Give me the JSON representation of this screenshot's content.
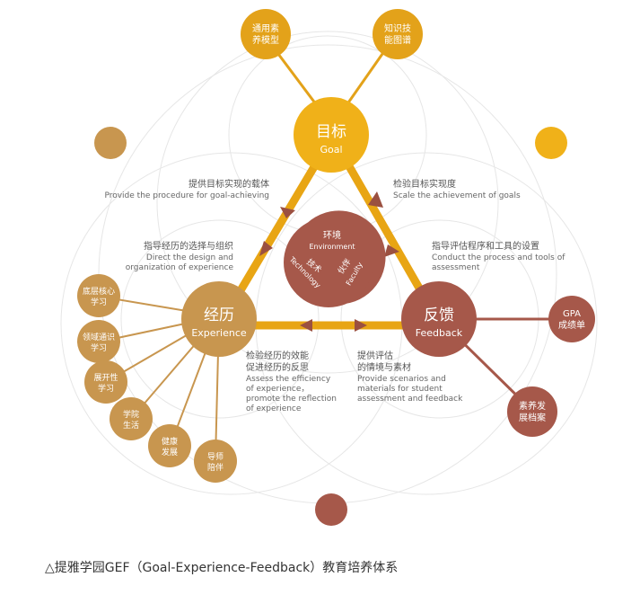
{
  "nodes": {
    "goal": {
      "cn": "目标",
      "en": "Goal"
    },
    "experience": {
      "cn": "经历",
      "en": "Experience"
    },
    "feedback": {
      "cn": "反馈",
      "en": "Feedback"
    },
    "general_model": {
      "l1": "通用素",
      "l2": "养模型"
    },
    "skill_map": {
      "l1": "知识技",
      "l2": "能图谱"
    },
    "gpa": {
      "l1": "GPA",
      "l2": "成绩单"
    },
    "portfolio": {
      "l1": "素养发",
      "l2": "展档案"
    }
  },
  "experience_branches": [
    {
      "l1": "底层核心",
      "l2": "学习"
    },
    {
      "l1": "领域通识",
      "l2": "学习"
    },
    {
      "l1": "展开性",
      "l2": "学习"
    },
    {
      "l1": "学院",
      "l2": "生活"
    },
    {
      "l1": "健康",
      "l2": "发展"
    },
    {
      "l1": "导师",
      "l2": "陪伴"
    }
  ],
  "center": {
    "environment_cn": "环境",
    "environment_en": "Environment",
    "technology_cn": "技术",
    "technology_en": "Technology",
    "faculty_cn": "伙伴",
    "faculty_en": "Faculty"
  },
  "labels": {
    "goal_exp_cn": "提供目标实现的载体",
    "goal_exp_en": "Provide the procedure for goal-achieving",
    "goal_fb_cn": "检验目标实现度",
    "goal_fb_en": "Scale the achievement of goals",
    "exp_dir_cn": "指导经历的选择与组织",
    "exp_dir_en1": "Direct the design and",
    "exp_dir_en2": "organization of experience",
    "fb_dir_cn": "指导评估程序和工具的设置",
    "fb_dir_en1": "Conduct the process and tools of",
    "fb_dir_en2": "assessment",
    "exp_check_cn1": "检验经历的效能",
    "exp_check_cn2": "促进经历的反思",
    "exp_check_en1": "Assess the efficiency",
    "exp_check_en2": "of experience，",
    "exp_check_en3": "promote the reflection",
    "exp_check_en4": "of experience",
    "fb_prov_cn1": "提供评估",
    "fb_prov_cn2": "的情境与素材",
    "fb_prov_en1": "Provide scenarios and",
    "fb_prov_en2": "materials for student",
    "fb_prov_en3": "assessment and feedback"
  },
  "caption": "△提雅学园GEF（Goal-Experience-Feedback）教育培养体系",
  "colors": {
    "gold": "#E3A21A",
    "gold_light": "#F0B119",
    "tan": "#C8964F",
    "brown": "#A6584A",
    "ring": "#E4E4E4"
  }
}
